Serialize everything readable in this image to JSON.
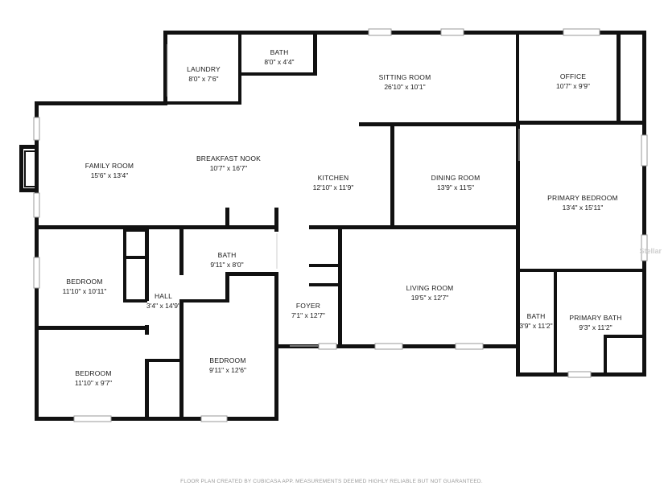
{
  "rooms": {
    "laundry": {
      "name": "LAUNDRY",
      "dims": "8'0\" x 7'6\""
    },
    "bath_top": {
      "name": "BATH",
      "dims": "8'0\" x 4'4\""
    },
    "sitting": {
      "name": "SITTING ROOM",
      "dims": "26'10\" x 10'1\""
    },
    "office": {
      "name": "OFFICE",
      "dims": "10'7\" x 9'9\""
    },
    "family": {
      "name": "FAMILY ROOM",
      "dims": "15'6\" x 13'4\""
    },
    "nook": {
      "name": "BREAKFAST NOOK",
      "dims": "10'7\" x 16'7\""
    },
    "kitchen": {
      "name": "KITCHEN",
      "dims": "12'10\" x 11'9\""
    },
    "dining": {
      "name": "DINING ROOM",
      "dims": "13'9\" x 11'5\""
    },
    "primary_bed": {
      "name": "PRIMARY BEDROOM",
      "dims": "13'4\" x 15'11\""
    },
    "bedroom1": {
      "name": "BEDROOM",
      "dims": "11'10\" x 10'11\""
    },
    "bath_mid": {
      "name": "BATH",
      "dims": "9'11\" x 8'0\""
    },
    "hall": {
      "name": "HALL",
      "dims": "3'4\" x 14'9\""
    },
    "living": {
      "name": "LIVING ROOM",
      "dims": "19'5\" x 12'7\""
    },
    "foyer": {
      "name": "FOYER",
      "dims": "7'1\" x 12'7\""
    },
    "bath_primary_small": {
      "name": "BATH",
      "dims": "3'9\" x 11'2\""
    },
    "primary_bath": {
      "name": "PRIMARY BATH",
      "dims": "9'3\" x 11'2\""
    },
    "bedroom2": {
      "name": "BEDROOM",
      "dims": "11'10\" x 9'7\""
    },
    "bedroom3": {
      "name": "BEDROOM",
      "dims": "9'11\" x 12'6\""
    }
  },
  "watermark": "Stellar",
  "footer": "FLOOR PLAN CREATED BY CUBICASA APP. MEASUREMENTS DEEMED HIGHLY RELIABLE BUT NOT GUARANTEED."
}
